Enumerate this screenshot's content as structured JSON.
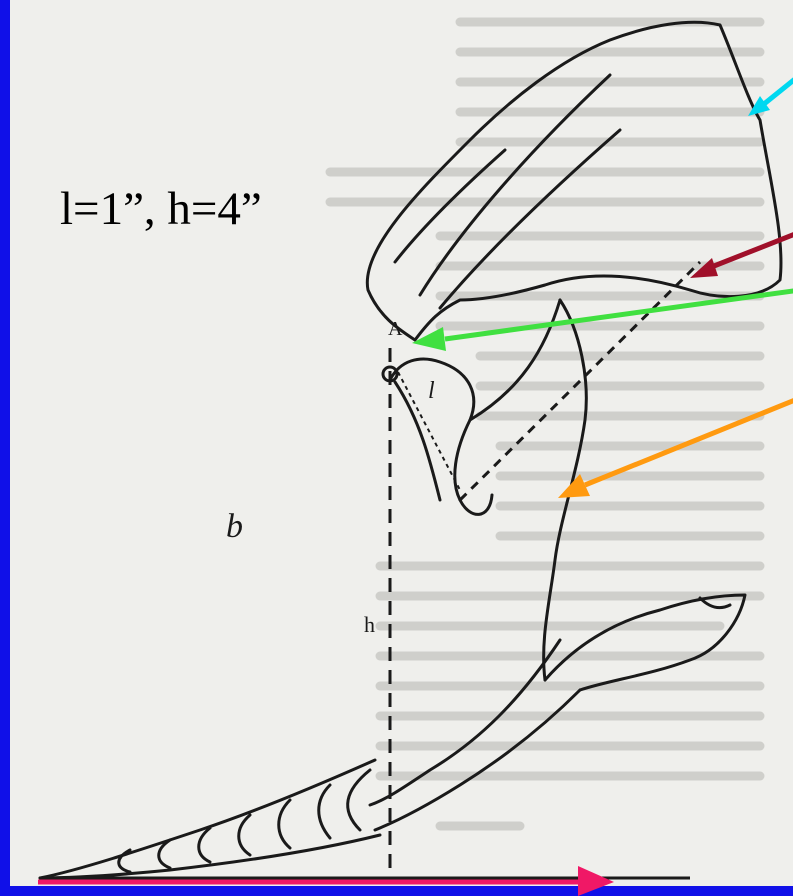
{
  "slide": {
    "equation": "l=1”, h=4”",
    "background_color": "#1010e8"
  },
  "figure": {
    "labels": {
      "b": "b",
      "A": "A",
      "l": "l",
      "h": "h"
    }
  },
  "arrows": [
    {
      "name": "cyan-arrow",
      "color": "#00d8f0"
    },
    {
      "name": "dark-red-arrow",
      "color": "#a0102a"
    },
    {
      "name": "green-arrow",
      "color": "#40e040"
    },
    {
      "name": "orange-arrow",
      "color": "#ff9a10"
    },
    {
      "name": "pink-arrow",
      "color": "#f01866"
    }
  ]
}
